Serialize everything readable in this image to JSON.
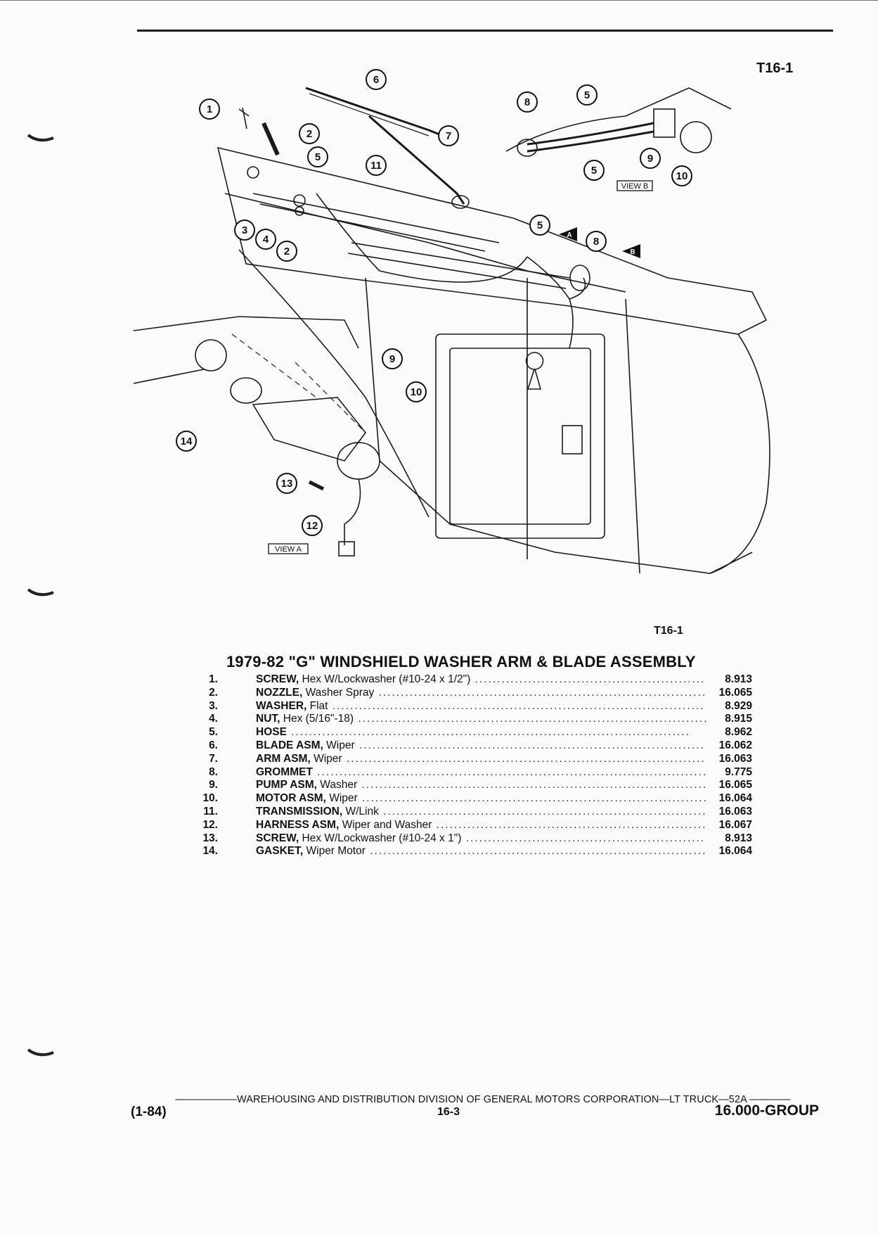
{
  "header": {
    "figure_ref": "T16-1"
  },
  "diagram": {
    "figure_ref": "T16-1",
    "callouts": [
      "1",
      "2",
      "3",
      "4",
      "2",
      "5",
      "6",
      "7",
      "11",
      "5",
      "8",
      "5",
      "5",
      "9",
      "10",
      "8",
      "9",
      "10",
      "14",
      "13",
      "12"
    ],
    "view_labels": [
      "VIEW B",
      "VIEW A"
    ],
    "arrow_letters": [
      "A",
      "B"
    ]
  },
  "title": "1979-82 \"G\" WINDSHIELD WASHER ARM & BLADE ASSEMBLY",
  "parts": [
    {
      "num": "1.",
      "name": "SCREW,",
      "desc": " Hex W/Lockwasher (#10-24 x 1/2\")",
      "group": "8.913"
    },
    {
      "num": "2.",
      "name": "NOZZLE,",
      "desc": " Washer Spray",
      "group": "16.065"
    },
    {
      "num": "3.",
      "name": "WASHER,",
      "desc": " Flat",
      "group": "8.929"
    },
    {
      "num": "4.",
      "name": "NUT,",
      "desc": " Hex (5/16\"-18)",
      "group": "8.915"
    },
    {
      "num": "5.",
      "name": "HOSE",
      "desc": "",
      "group": "8.962"
    },
    {
      "num": "6.",
      "name": "BLADE ASM,",
      "desc": " Wiper",
      "group": "16.062"
    },
    {
      "num": "7.",
      "name": "ARM ASM,",
      "desc": " Wiper",
      "group": "16.063"
    },
    {
      "num": "8.",
      "name": "GROMMET",
      "desc": "",
      "group": "9.775"
    },
    {
      "num": "9.",
      "name": "PUMP ASM,",
      "desc": " Washer",
      "group": "16.065"
    },
    {
      "num": "10.",
      "name": "MOTOR ASM,",
      "desc": " Wiper",
      "group": "16.064"
    },
    {
      "num": "11.",
      "name": "TRANSMISSION,",
      "desc": " W/Link",
      "group": "16.063"
    },
    {
      "num": "12.",
      "name": "HARNESS ASM,",
      "desc": " Wiper and Washer",
      "group": "16.067"
    },
    {
      "num": "13.",
      "name": "SCREW,",
      "desc": " Hex W/Lockwasher (#10-24 x 1\")",
      "group": "8.913"
    },
    {
      "num": "14.",
      "name": "GASKET,",
      "desc": " Wiper Motor",
      "group": "16.064"
    }
  ],
  "footer": {
    "line": "WAREHOUSING AND DISTRIBUTION  DIVISION OF GENERAL MOTORS CORPORATION—LT TRUCK—52A",
    "date": "(1-84)",
    "page": "16-3",
    "group": "16.000-GROUP"
  }
}
